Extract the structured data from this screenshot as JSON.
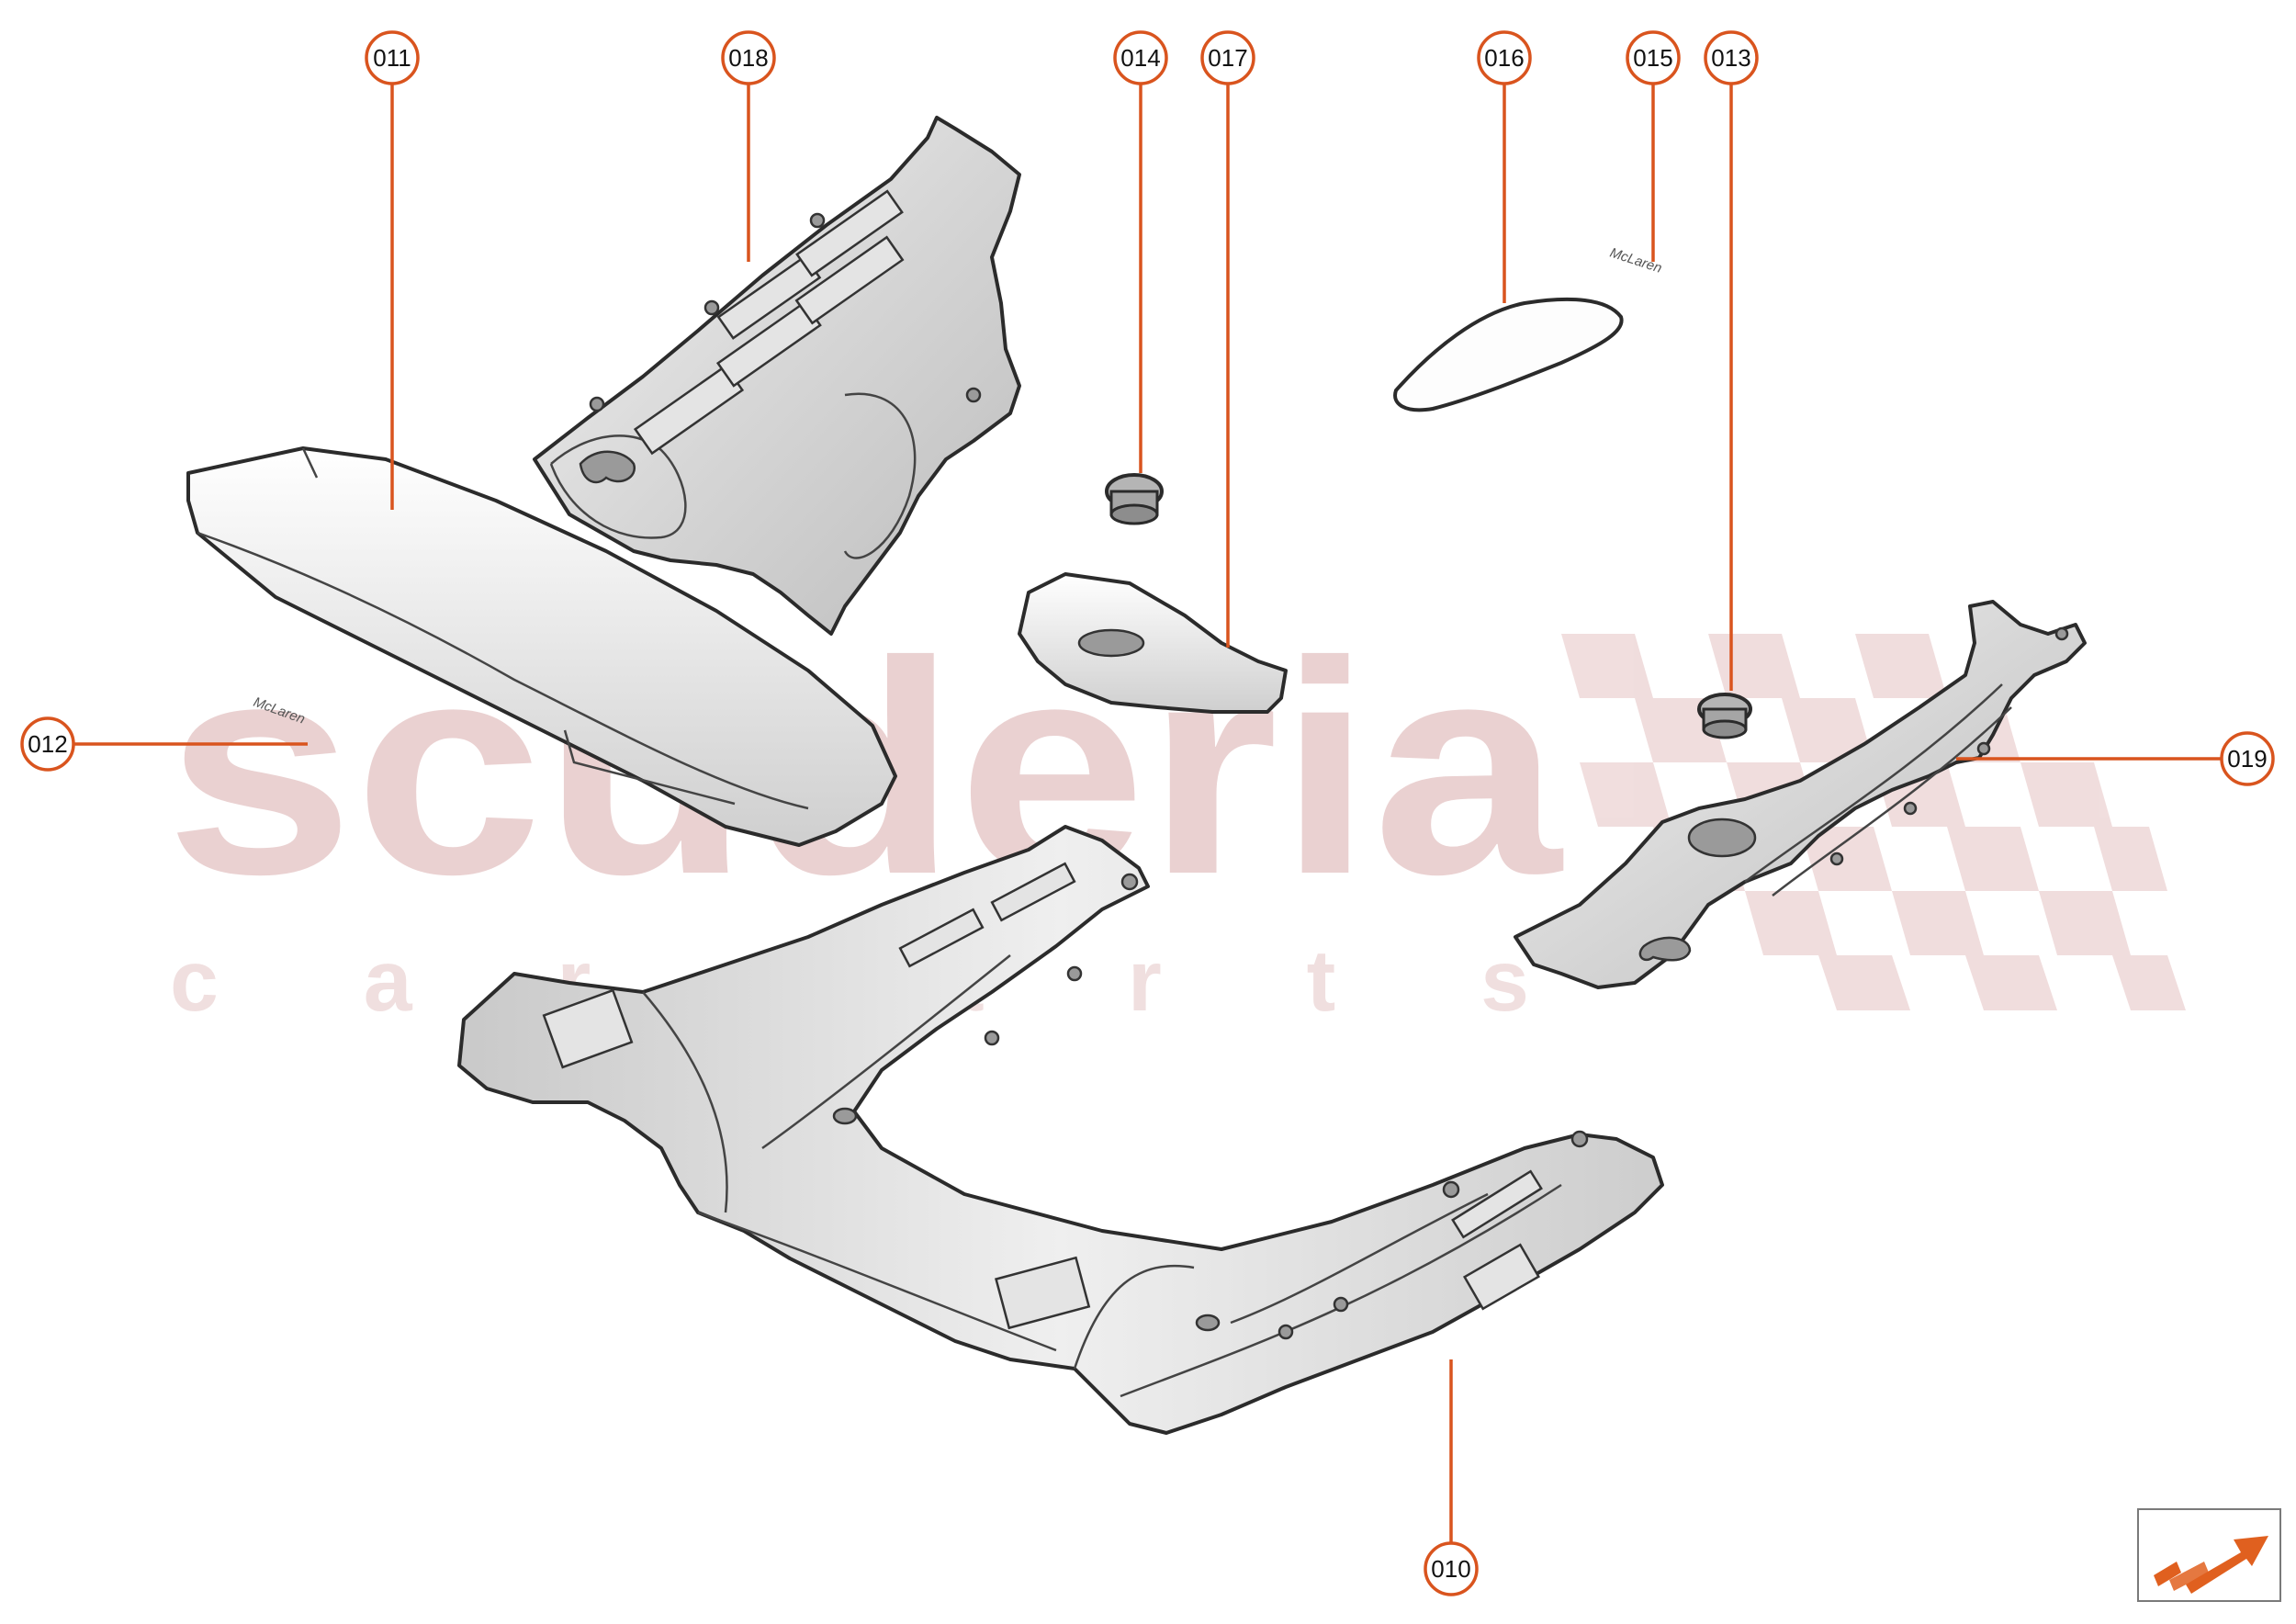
{
  "watermark": {
    "brand": "scuderia",
    "subtitle": "c a r p a r t s"
  },
  "parts": {
    "p010": {
      "label": "010"
    },
    "p011": {
      "label": "011"
    },
    "p012": {
      "label": "012"
    },
    "p013": {
      "label": "013"
    },
    "p014": {
      "label": "014"
    },
    "p015": {
      "label": "015"
    },
    "p016": {
      "label": "016"
    },
    "p017": {
      "label": "017"
    },
    "p018": {
      "label": "018"
    },
    "p019": {
      "label": "019"
    }
  },
  "badges": {
    "logo": "McLaren"
  },
  "colors": {
    "accent": "#d9541e",
    "watermark": "#e7caca",
    "arrow": "#e0601f"
  },
  "icons": {
    "nav": "next-page-arrow-icon"
  }
}
